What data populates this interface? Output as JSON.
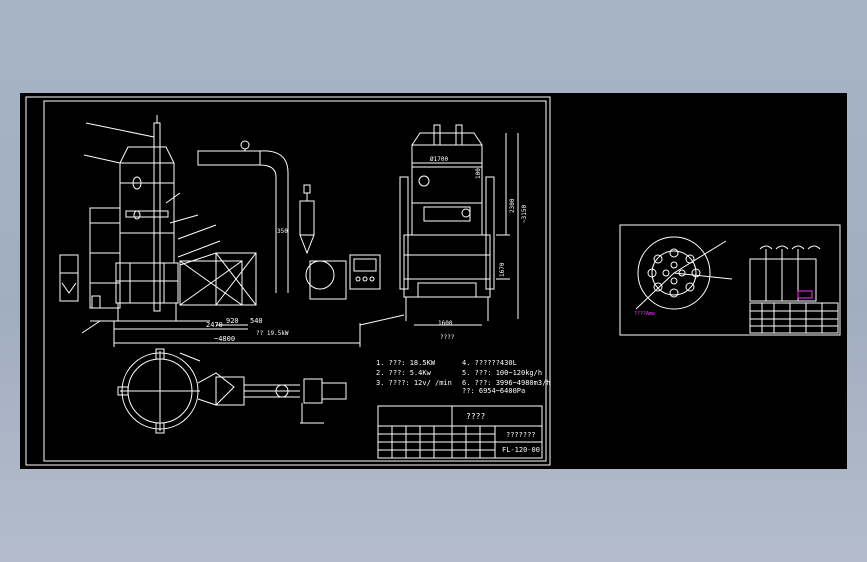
{
  "app": {
    "background": "#a4b1c4",
    "canvas_color": "#000000",
    "line_color": "#ffffff",
    "accent_color": "#ff33ff"
  },
  "drawing": {
    "dim_total_width": "~4800",
    "dim_2470": "2470",
    "dim_920": "920",
    "dim_540": "540",
    "dim_plan_label": "????",
    "dim_right_top": "Ø1700",
    "dim_right_1600": "1600",
    "dim_right_2300": "2300",
    "dim_right_3150": "~3150",
    "dim_right_1670": "1670",
    "dim_right_100": "100",
    "dim_small_350": "350",
    "label_motor_power": "?? 19.5kW",
    "specs": [
      "1. ???: 18.5KW",
      "2. ???: 5.4Kw",
      "3. ????: 12v/ /min",
      "4. ??????430L",
      "5. ???: 100~120kg/h",
      "6. ???: 3996~4980m3/h",
      "   ??: 6954~6400Pa"
    ],
    "title_block": {
      "title": "????",
      "name": "???????",
      "drawing_no": "FL-120-00"
    }
  },
  "detail": {
    "label": "????Ame"
  }
}
